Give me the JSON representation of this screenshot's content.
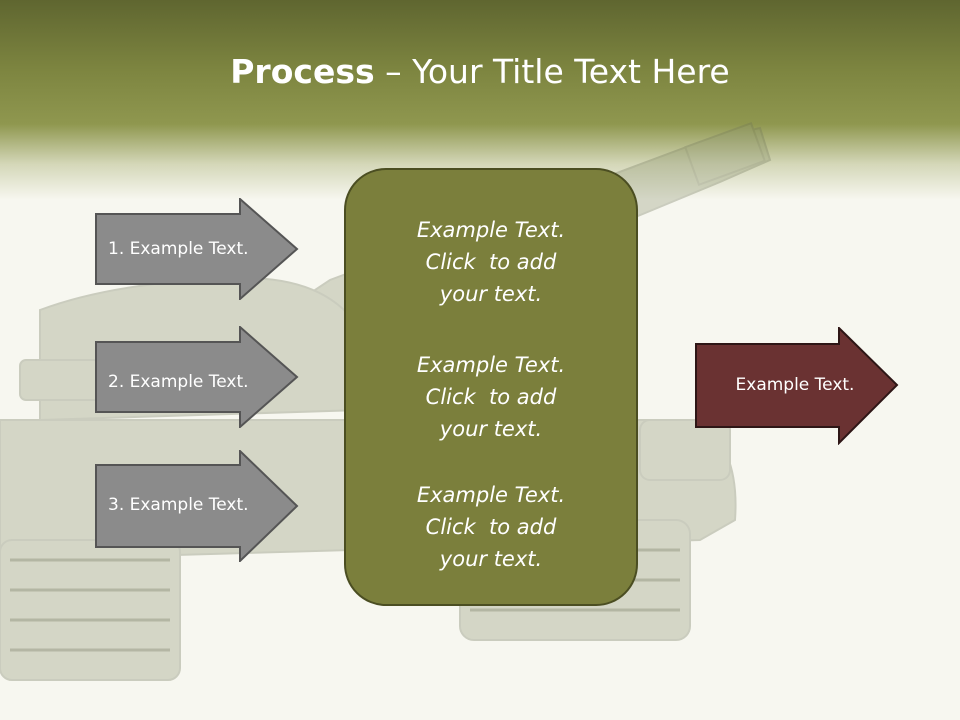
{
  "slide": {
    "title_bold": "Process",
    "title_rest": " – Your Title Text Here",
    "background_image": "tank-icon",
    "colors": {
      "header_olive": "#7d8540",
      "center_box": "#7b7f3c",
      "left_arrow": "#8b8b8b",
      "right_arrow": "#6a3232"
    },
    "left_arrows": [
      {
        "label": "1. Example Text."
      },
      {
        "label": "2. Example Text."
      },
      {
        "label": "3. Example Text."
      }
    ],
    "center_blocks": [
      {
        "lines": [
          "Example Text.",
          "Click  to add",
          "your text."
        ]
      },
      {
        "lines": [
          "Example Text.",
          "Click  to add",
          "your text."
        ]
      },
      {
        "lines": [
          "Example Text.",
          "Click  to add",
          "your text."
        ]
      }
    ],
    "right_arrow": {
      "label": "Example Text."
    }
  }
}
